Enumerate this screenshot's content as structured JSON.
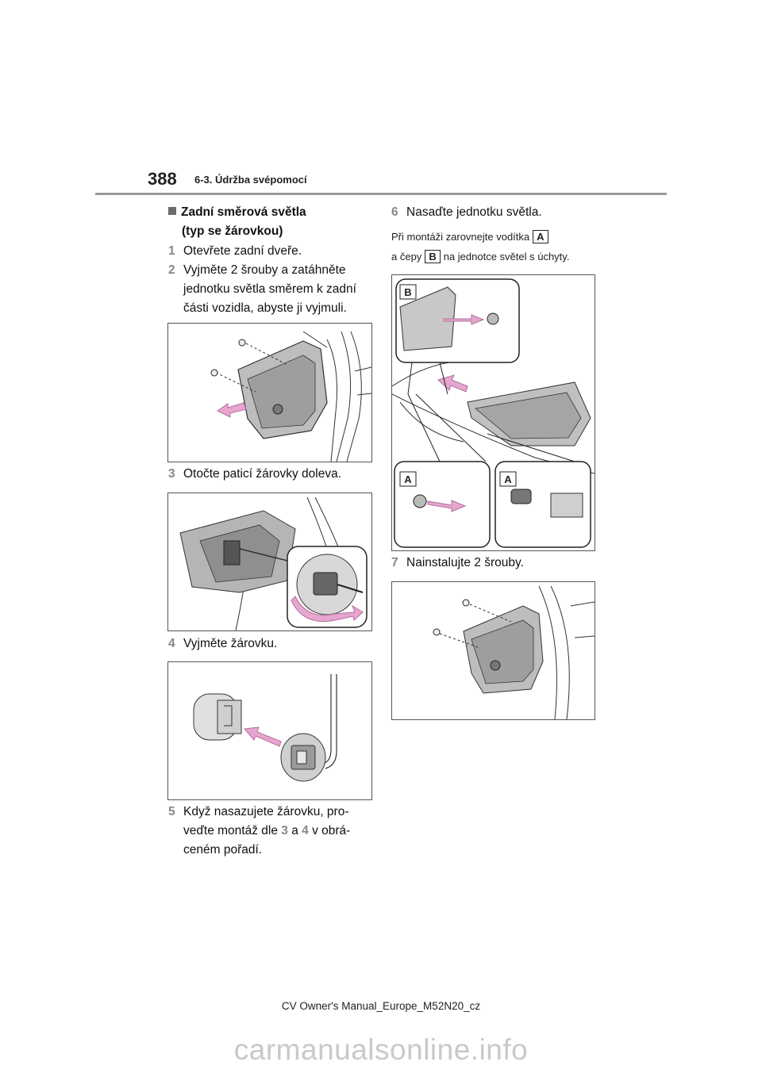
{
  "header": {
    "page_number": "388",
    "section": "6-3. Údržba svépomocí"
  },
  "left_column": {
    "heading_line1": "Zadní směrová světla",
    "heading_line2": "(typ se žárovkou)",
    "step1": {
      "num": "1",
      "text": "Otevřete zadní dveře."
    },
    "step2": {
      "num": "2",
      "text": "Vyjměte 2 šrouby a zatáhněte jednotku světla směrem k zadní části vozidla, abyste ji vyjmuli."
    },
    "step3": {
      "num": "3",
      "text": "Otočte paticí žárovky doleva."
    },
    "step4": {
      "num": "4",
      "text": "Vyjměte žárovku."
    },
    "step5": {
      "num": "5",
      "text_a": "Když nasazujete žárovku, pro-",
      "text_b": "veďte montáž dle",
      "ref1": "3",
      "text_c": "a",
      "ref2": "4",
      "text_d": "v obrá-",
      "text_e": "ceném pořadí."
    }
  },
  "right_column": {
    "step6": {
      "num": "6",
      "text": "Nasaďte jednotku světla."
    },
    "note_line1_a": "Při montáži zarovnejte vodítka",
    "label_a": "A",
    "note_line2_a": "a čepy",
    "label_b": "B",
    "note_line2_b": "na jednotce světel s úchyty.",
    "figure_labels": {
      "b": "B",
      "a1": "A",
      "a2": "A"
    },
    "step7": {
      "num": "7",
      "text": "Nainstalujte 2 šrouby."
    }
  },
  "footer": {
    "text": "CV Owner's Manual_Europe_M52N20_cz"
  },
  "watermark": {
    "text": "carmanualsonline.info"
  },
  "colors": {
    "arrow_pink": "#e6a6cf",
    "arrow_pink_stroke": "#b0709a",
    "step_number": "#888888",
    "rule": "#9a9a9a"
  }
}
